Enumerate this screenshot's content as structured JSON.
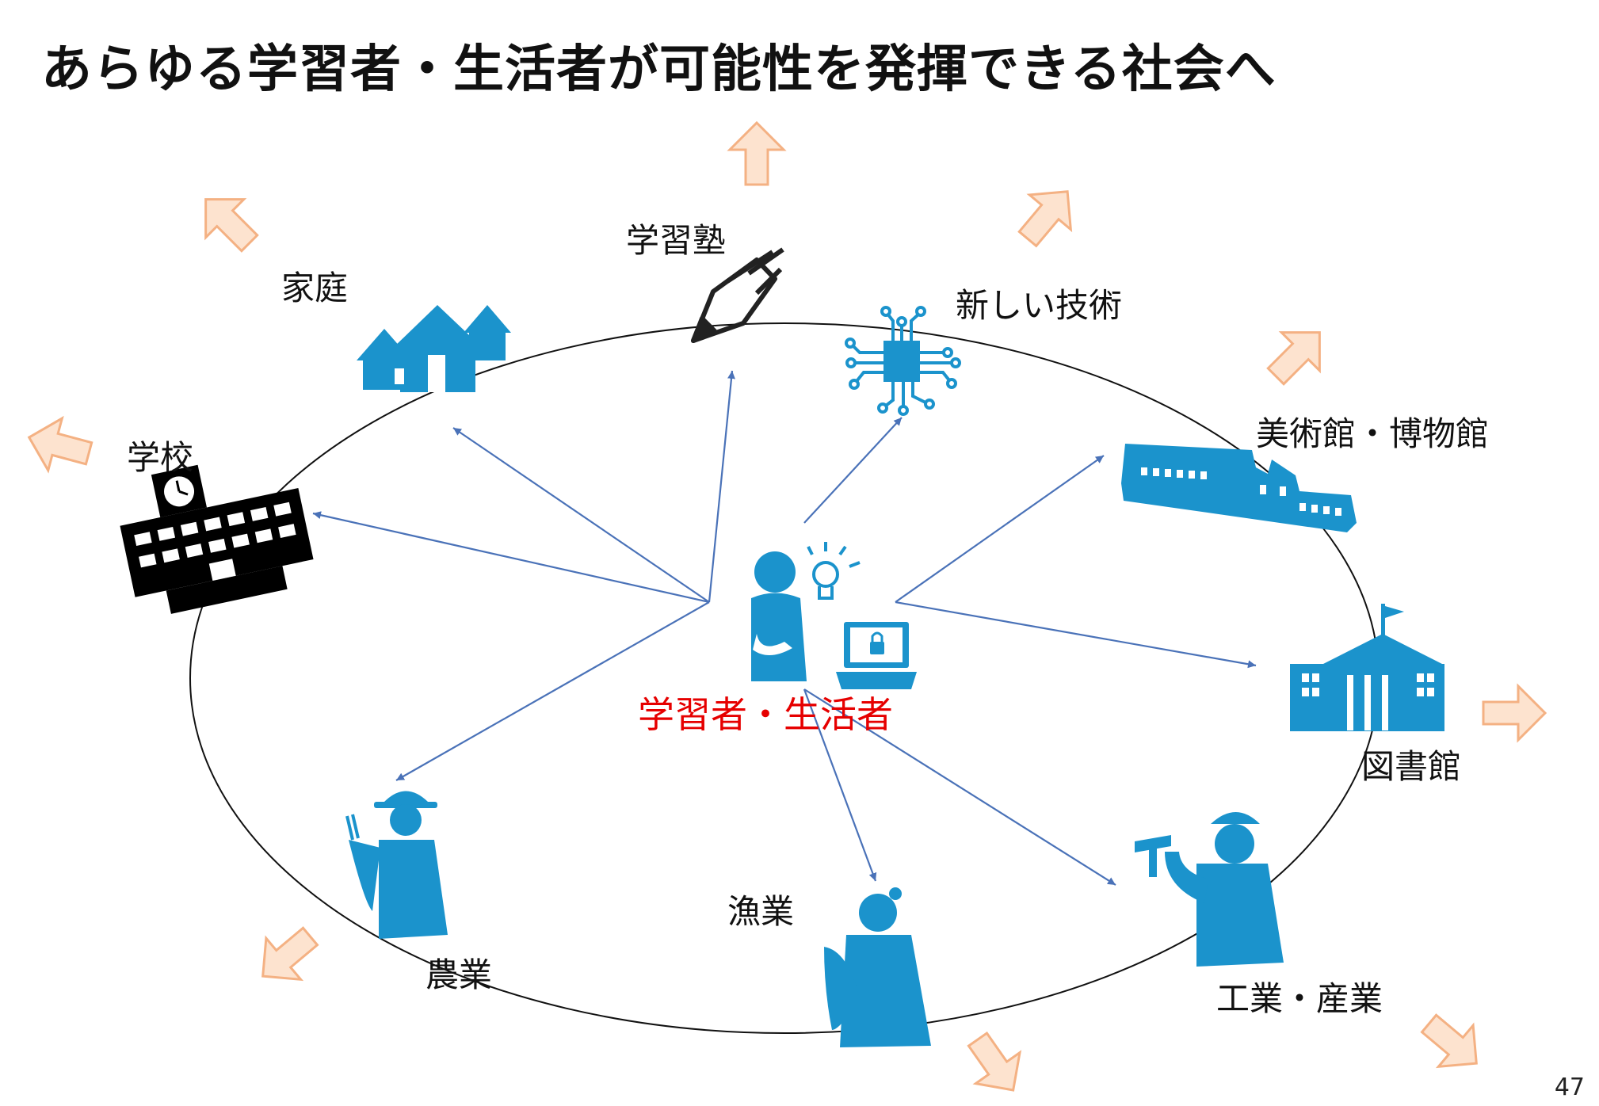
{
  "title": "あらゆる学習者・生活者が可能性を発揮できる社会へ",
  "page_number": "47",
  "center": {
    "label": "学習者・生活者",
    "color": "#e60000"
  },
  "nodes": {
    "school": "学校",
    "home": "家庭",
    "cram_school": "学習塾",
    "new_tech": "新しい技術",
    "museum": "美術館・博物館",
    "library": "図書館",
    "industry": "工業・産業",
    "fishery": "漁業",
    "agriculture": "農業"
  },
  "colors": {
    "icon": "#1b93cc",
    "arrow": "#4a72b8",
    "outer_arrow_fill": "#fde3cf",
    "outer_arrow_stroke": "#f4b183",
    "school_icon": "#000000"
  }
}
